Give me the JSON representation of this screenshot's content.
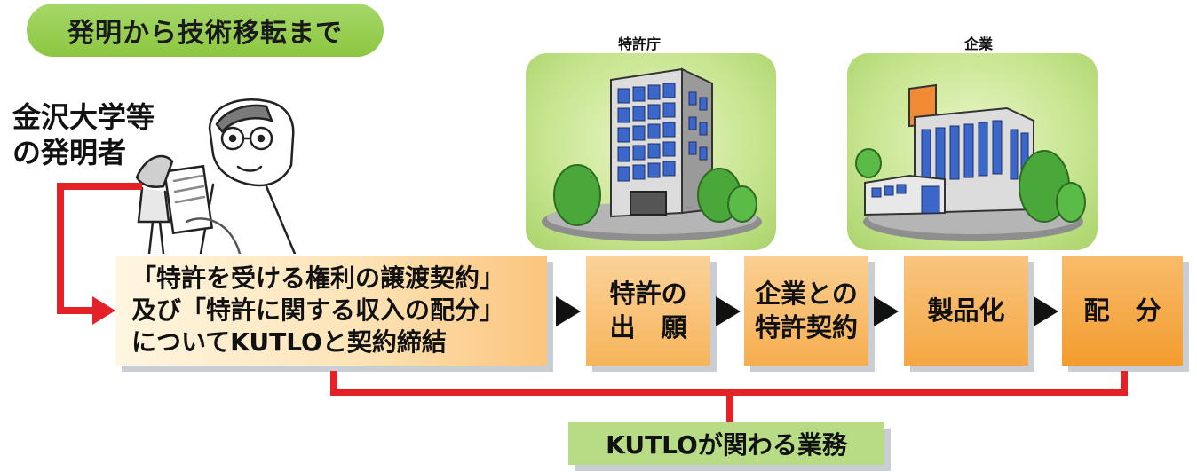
{
  "title": "発明から技術移転まで",
  "inventor": {
    "label_line1": "金沢大学等",
    "label_line2": "の発明者"
  },
  "sites": {
    "patent_office": "特許庁",
    "company": "企業"
  },
  "flow": {
    "contract_line1": "「特許を受ける権利の譲渡契約」",
    "contract_line2": "及び「特許に関する収入の配分」",
    "contract_line3": "についてKUTLOと契約締結",
    "step1_line1": "特許の",
    "step1_line2": "出　願",
    "step2_line1": "企業との",
    "step2_line2": "特許契約",
    "step3": "製品化",
    "step4": "配　分"
  },
  "kutlo_label": "KUTLOが関わる業務",
  "colors": {
    "title_green": "#8cc640",
    "connector_red": "#e32126",
    "kutlo_green": "#b7dc85",
    "step_orange": "#f7b55b"
  }
}
